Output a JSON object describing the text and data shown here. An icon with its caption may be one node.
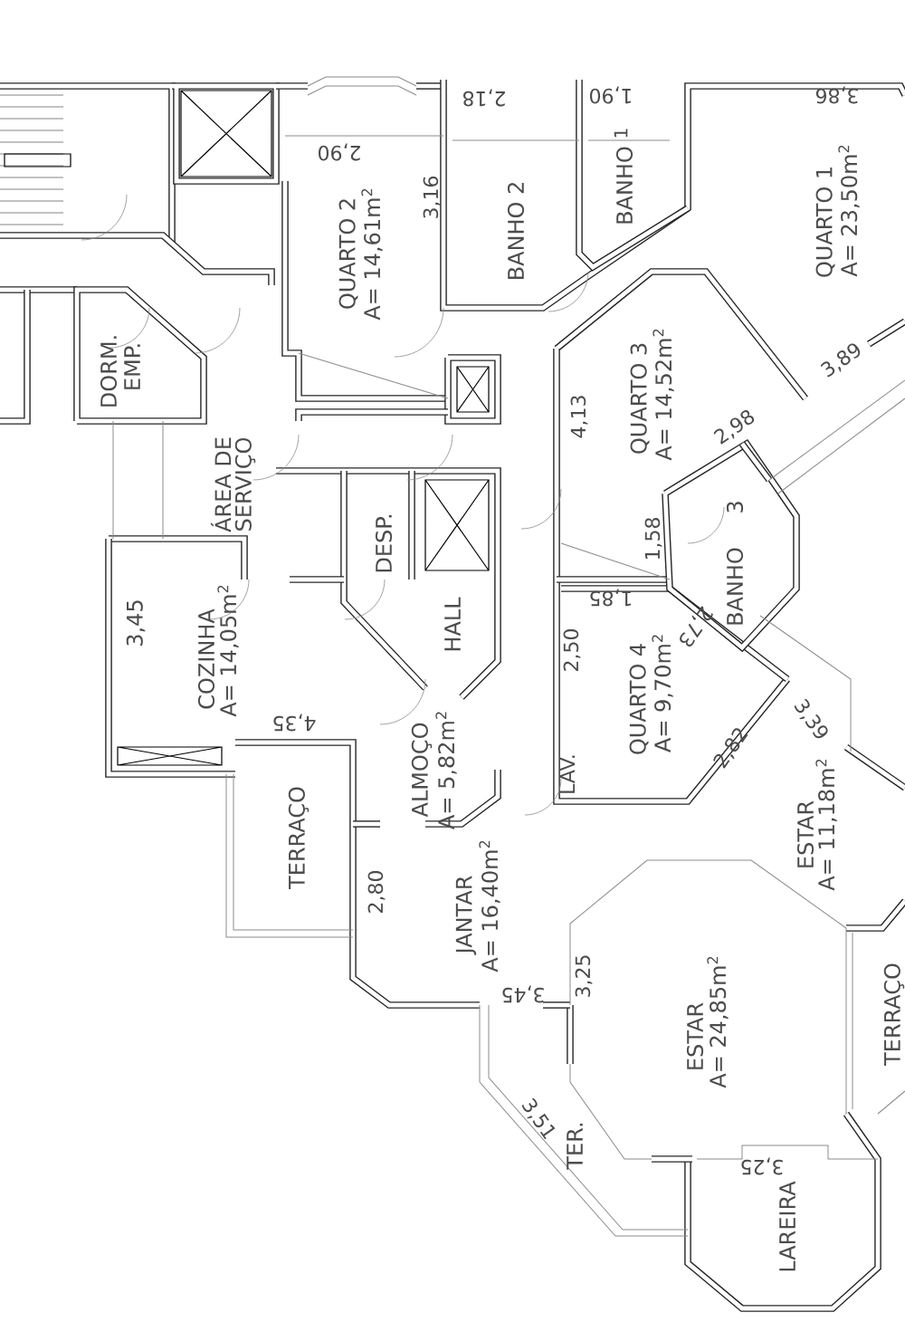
{
  "diagram": {
    "labels": [
      "2,90",
      "2,18",
      "1,90",
      "3,86",
      "1",
      "3,16",
      "QUARTO 2",
      "A= 14,61m$^{2}$",
      "BANHO 2",
      "BANHO",
      "QUARTO 1",
      "A= 23,50m$^{2}$",
      "DORM.",
      "EMP.",
      "QUARTO 3",
      "A= 14,52m$^{2}$",
      "3,89",
      "4,13",
      "2,98",
      "ÁREA DE",
      "SERVIÇO",
      "DESP.",
      "1,58",
      "BANHO",
      "3",
      "3,45",
      "COZINHA",
      "A= 14,05m$^{2}$",
      "1,85",
      "HALL",
      "2,50",
      "2,73",
      "QUARTO 4",
      "A= 9,70m$^{2}$",
      "2,82",
      "3,39",
      "4,35",
      "ALMOÇO",
      "A= 5,82m$^{2}$",
      "LAV.",
      "TERRAÇO",
      "ESTAR",
      "A= 11,18m$^{2}$",
      "2,80",
      "JANTAR",
      "A= 16,40m$^{2}$",
      "3,25",
      "3,45",
      "ESTAR",
      "A= 24,85m$^{2}$",
      "TERRAÇO",
      "3,51",
      "TER.",
      "3,25",
      "LAREIRA"
    ]
  }
}
